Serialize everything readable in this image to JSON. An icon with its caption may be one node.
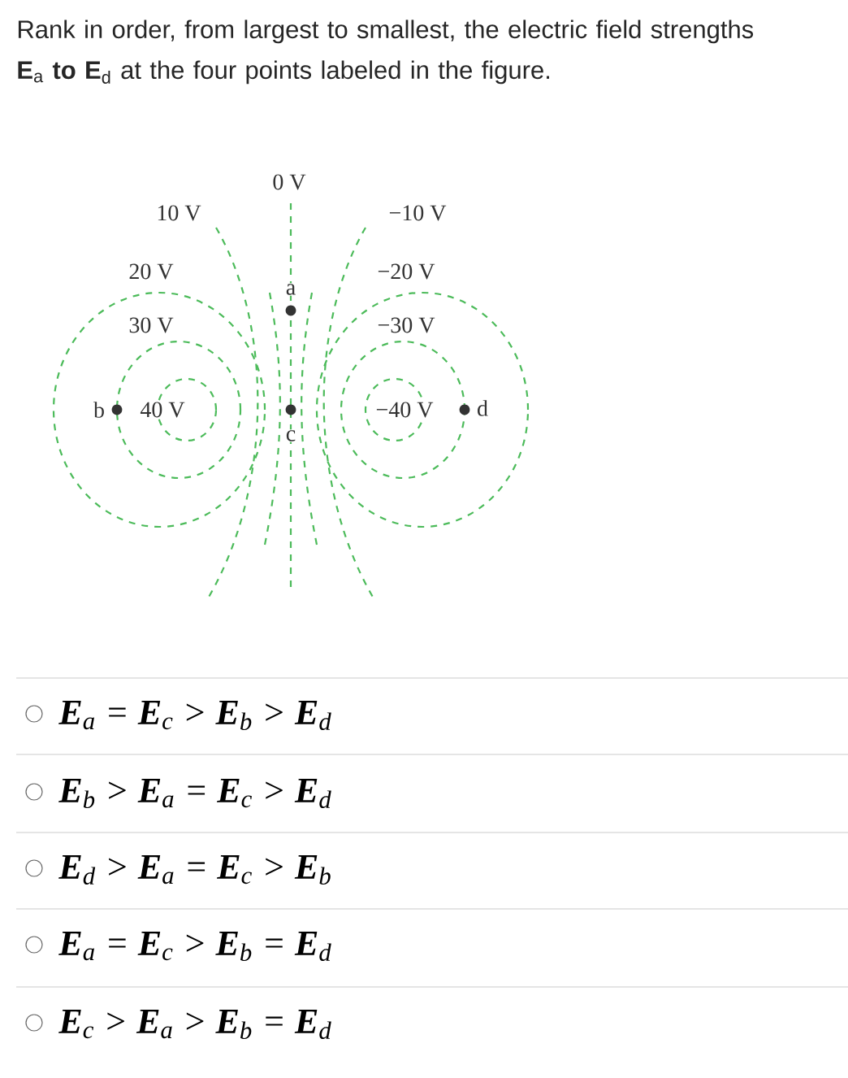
{
  "diagram": {
    "title": "Rank in order, from largest to smallest, the electric field strengths **E**$_{a}$ **to E**$_{d}$ at the four points labeled in the figure.",
    "labels": [
      "0 V",
      "10 V",
      "−10 V",
      "20 V",
      "a",
      "−20 V",
      "30 V",
      "−30 V",
      "b",
      "40 V",
      "−40 V",
      "d",
      "c",
      "**E**$_{a}$ = **E**$_{c}$ > **E**$_{b}$ > **E**$_{d}$",
      "**E**$_{b}$ > **E**$_{a}$ = **E**$_{c}$ > **E**$_{d}$",
      "**E**$_{d}$ > **E**$_{a}$ = **E**$_{c}$ > **E**$_{b}$",
      "**E**$_{a}$ = **E**$_{c}$ > **E**$_{b}$ = **E**$_{d}$",
      "**E**$_{c}$ > **E**$_{a}$ > **E**$_{b}$ = **E**$_{d}$"
    ]
  }
}
